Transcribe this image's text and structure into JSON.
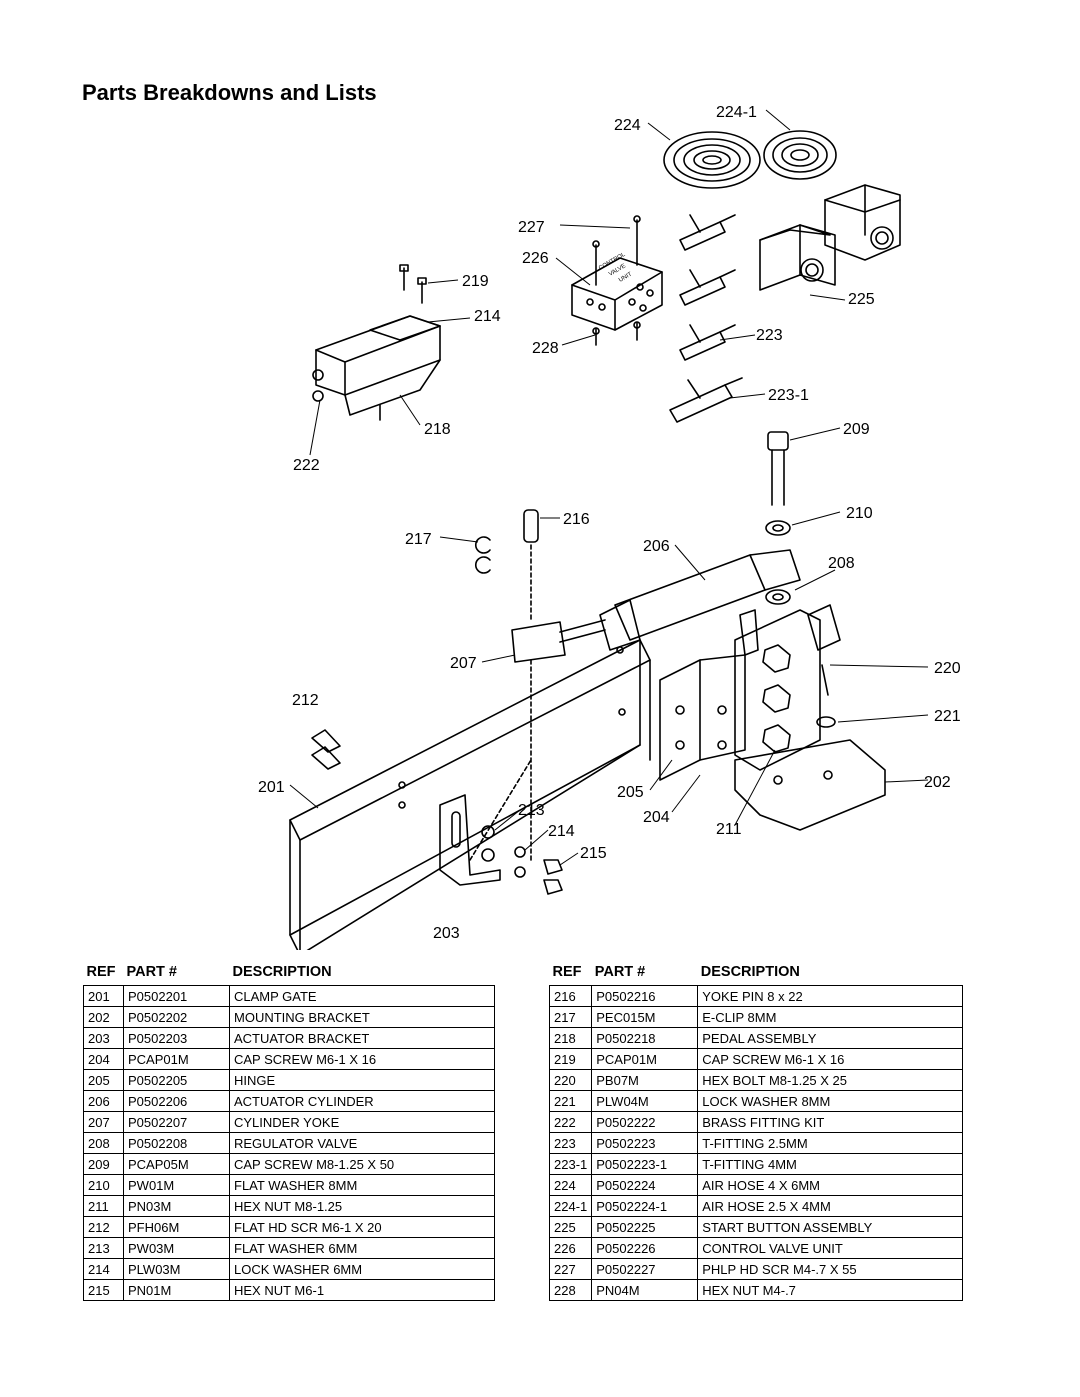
{
  "title": "Parts Breakdowns and Lists",
  "callouts": {
    "c224": "224",
    "c224_1": "224-1",
    "c227": "227",
    "c226": "226",
    "c219": "219",
    "c214a": "214",
    "c225": "225",
    "c228": "228",
    "c223": "223",
    "c223_1": "223-1",
    "c218": "218",
    "c209": "209",
    "c222": "222",
    "c210": "210",
    "c216": "216",
    "c217": "217",
    "c206": "206",
    "c208": "208",
    "c207": "207",
    "c220": "220",
    "c212": "212",
    "c221": "221",
    "c201": "201",
    "c202": "202",
    "c205": "205",
    "c213": "213",
    "c204": "204",
    "c214b": "214",
    "c211": "211",
    "c215": "215",
    "c203": "203"
  },
  "valve_label": [
    "CONTROL",
    "VALVE",
    "UNIT"
  ],
  "table_headers": {
    "ref": "REF",
    "part": "PART #",
    "description": "DESCRIPTION"
  },
  "left_rows": [
    {
      "ref": "201",
      "part": "P0502201",
      "description": "CLAMP GATE"
    },
    {
      "ref": "202",
      "part": "P0502202",
      "description": "MOUNTING BRACKET"
    },
    {
      "ref": "203",
      "part": "P0502203",
      "description": "ACTUATOR BRACKET"
    },
    {
      "ref": "204",
      "part": "PCAP01M",
      "description": "CAP SCREW M6-1 X 16"
    },
    {
      "ref": "205",
      "part": "P0502205",
      "description": "HINGE"
    },
    {
      "ref": "206",
      "part": "P0502206",
      "description": "ACTUATOR CYLINDER"
    },
    {
      "ref": "207",
      "part": "P0502207",
      "description": "CYLINDER YOKE"
    },
    {
      "ref": "208",
      "part": "P0502208",
      "description": "REGULATOR VALVE"
    },
    {
      "ref": "209",
      "part": "PCAP05M",
      "description": "CAP SCREW M8-1.25 X 50"
    },
    {
      "ref": "210",
      "part": "PW01M",
      "description": "FLAT WASHER 8MM"
    },
    {
      "ref": "211",
      "part": "PN03M",
      "description": "HEX NUT M8-1.25"
    },
    {
      "ref": "212",
      "part": "PFH06M",
      "description": "FLAT HD SCR M6-1 X 20"
    },
    {
      "ref": "213",
      "part": "PW03M",
      "description": "FLAT WASHER 6MM"
    },
    {
      "ref": "214",
      "part": "PLW03M",
      "description": "LOCK WASHER 6MM"
    },
    {
      "ref": "215",
      "part": "PN01M",
      "description": "HEX NUT M6-1"
    }
  ],
  "right_rows": [
    {
      "ref": "216",
      "part": "P0502216",
      "description": "YOKE PIN 8 x 22"
    },
    {
      "ref": "217",
      "part": "PEC015M",
      "description": "E-CLIP 8MM"
    },
    {
      "ref": "218",
      "part": "P0502218",
      "description": "PEDAL ASSEMBLY"
    },
    {
      "ref": "219",
      "part": "PCAP01M",
      "description": "CAP SCREW M6-1 X 16"
    },
    {
      "ref": "220",
      "part": "PB07M",
      "description": "HEX BOLT M8-1.25 X 25"
    },
    {
      "ref": "221",
      "part": "PLW04M",
      "description": "LOCK WASHER 8MM"
    },
    {
      "ref": "222",
      "part": "P0502222",
      "description": "BRASS FITTING KIT"
    },
    {
      "ref": "223",
      "part": "P0502223",
      "description": "T-FITTING 2.5MM"
    },
    {
      "ref": "223-1",
      "part": "P0502223-1",
      "description": "T-FITTING 4MM"
    },
    {
      "ref": "224",
      "part": "P0502224",
      "description": "AIR HOSE 4 X 6MM"
    },
    {
      "ref": "224-1",
      "part": "P0502224-1",
      "description": "AIR HOSE 2.5 X 4MM"
    },
    {
      "ref": "225",
      "part": "P0502225",
      "description": "START BUTTON ASSEMBLY"
    },
    {
      "ref": "226",
      "part": "P0502226",
      "description": "CONTROL VALVE UNIT"
    },
    {
      "ref": "227",
      "part": "P0502227",
      "description": "PHLP HD SCR M4-.7 X 55"
    },
    {
      "ref": "228",
      "part": "PN04M",
      "description": "HEX NUT M4-.7"
    }
  ]
}
